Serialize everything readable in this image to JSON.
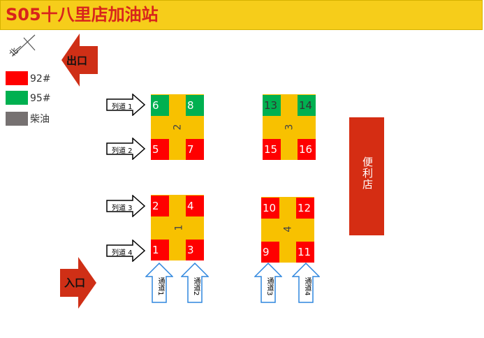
{
  "title": "S05十八里店加油站",
  "compass_label": "北",
  "exit_label": "出口",
  "entrance_label": "入口",
  "legend": [
    {
      "label": "92#",
      "color": "#ff0000"
    },
    {
      "label": "95#",
      "color": "#00b050"
    },
    {
      "label": "柴油",
      "color": "#767171"
    }
  ],
  "lanes": [
    "列道 1",
    "列道 2",
    "列道 3",
    "列道 4"
  ],
  "channels": [
    "通道1",
    "通道2",
    "通道3",
    "通道4"
  ],
  "store_label": "便利店",
  "islands": [
    {
      "number": "1",
      "pumps": [
        "2",
        "4",
        "1",
        "3"
      ]
    },
    {
      "number": "2",
      "pumps": [
        "6",
        "8",
        "5",
        "7"
      ]
    },
    {
      "number": "3",
      "pumps": [
        "13",
        "14",
        "15",
        "16"
      ]
    },
    {
      "number": "4",
      "pumps": [
        "10",
        "12",
        "9",
        "11"
      ]
    }
  ],
  "colors": {
    "island": "#f8c100",
    "store": "#d52d13",
    "title_bg": "#f6cd1a",
    "title_text": "#d8241c",
    "arrow_red": "#cf2f16",
    "channel_arrow": "#2e86de"
  }
}
